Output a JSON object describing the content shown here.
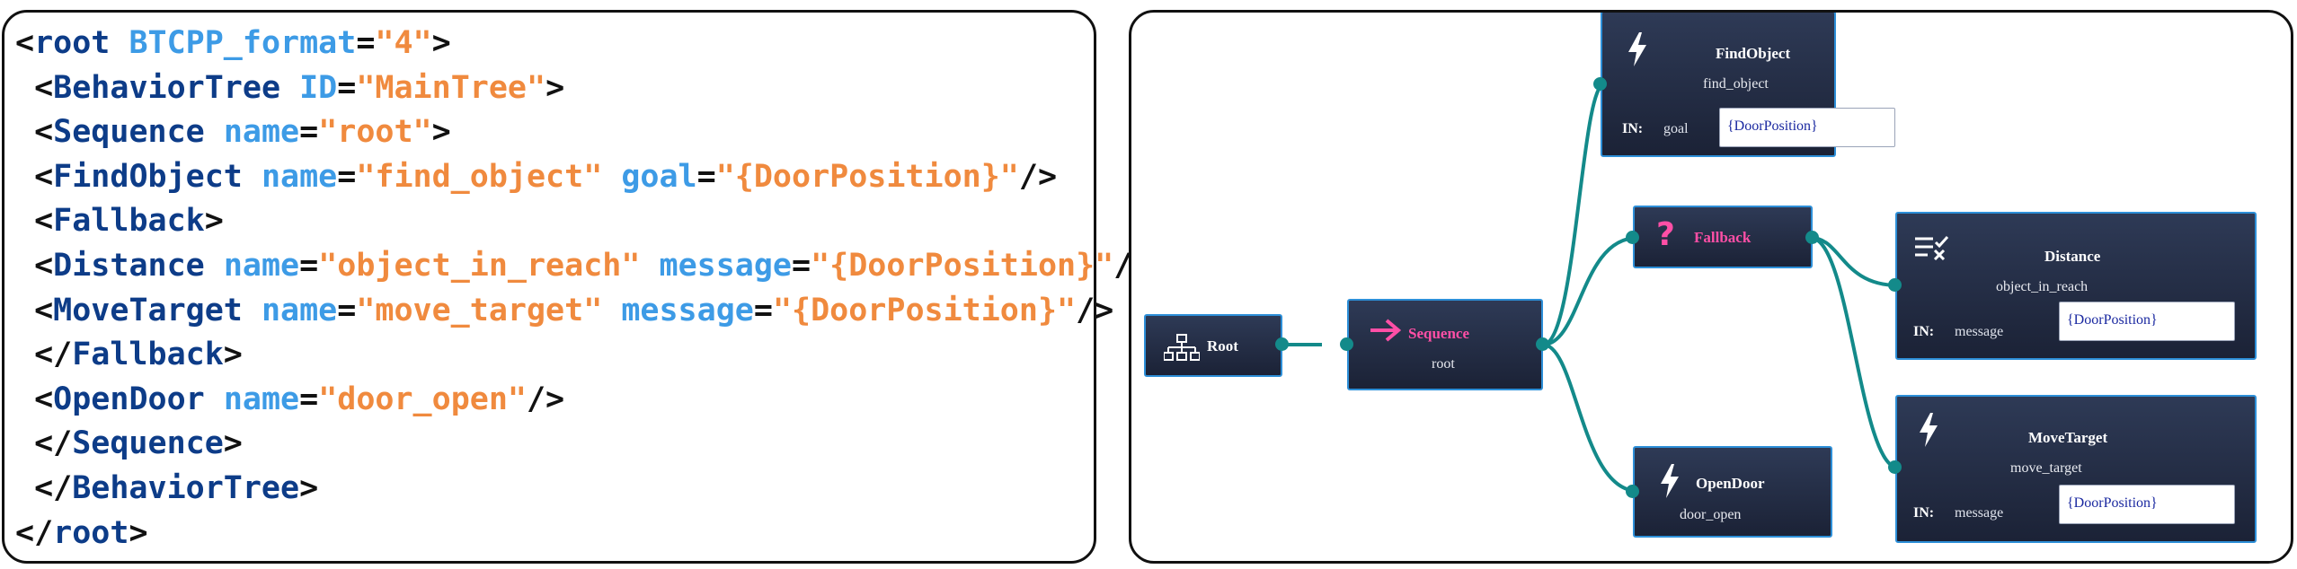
{
  "code_panel": {
    "lines": [
      [
        {
          "t": "punc",
          "v": "<"
        },
        {
          "t": "tag",
          "v": "root"
        },
        {
          "t": "punc",
          "v": " "
        },
        {
          "t": "attr",
          "v": "BTCPP_format"
        },
        {
          "t": "punc",
          "v": "="
        },
        {
          "t": "val",
          "v": "\"4\""
        },
        {
          "t": "punc",
          "v": ">"
        }
      ],
      [
        {
          "t": "punc",
          "v": " <"
        },
        {
          "t": "tag",
          "v": "BehaviorTree"
        },
        {
          "t": "punc",
          "v": " "
        },
        {
          "t": "attr",
          "v": "ID"
        },
        {
          "t": "punc",
          "v": "="
        },
        {
          "t": "val",
          "v": "\"MainTree\""
        },
        {
          "t": "punc",
          "v": ">"
        }
      ],
      [
        {
          "t": "punc",
          "v": " <"
        },
        {
          "t": "tag",
          "v": "Sequence"
        },
        {
          "t": "punc",
          "v": " "
        },
        {
          "t": "attr",
          "v": "name"
        },
        {
          "t": "punc",
          "v": "="
        },
        {
          "t": "val",
          "v": "\"root\""
        },
        {
          "t": "punc",
          "v": ">"
        }
      ],
      [
        {
          "t": "punc",
          "v": " <"
        },
        {
          "t": "tag",
          "v": "FindObject"
        },
        {
          "t": "punc",
          "v": " "
        },
        {
          "t": "attr",
          "v": "name"
        },
        {
          "t": "punc",
          "v": "="
        },
        {
          "t": "val",
          "v": "\"find_object\""
        },
        {
          "t": "punc",
          "v": " "
        },
        {
          "t": "attr",
          "v": "goal"
        },
        {
          "t": "punc",
          "v": "="
        },
        {
          "t": "val",
          "v": "\"{DoorPosition}\""
        },
        {
          "t": "punc",
          "v": "/>"
        }
      ],
      [
        {
          "t": "punc",
          "v": " <"
        },
        {
          "t": "tag",
          "v": "Fallback"
        },
        {
          "t": "punc",
          "v": ">"
        }
      ],
      [
        {
          "t": "punc",
          "v": " <"
        },
        {
          "t": "tag",
          "v": "Distance"
        },
        {
          "t": "punc",
          "v": " "
        },
        {
          "t": "attr",
          "v": "name"
        },
        {
          "t": "punc",
          "v": "="
        },
        {
          "t": "val",
          "v": "\"object_in_reach\""
        },
        {
          "t": "punc",
          "v": " "
        },
        {
          "t": "attr",
          "v": "message"
        },
        {
          "t": "punc",
          "v": "="
        },
        {
          "t": "val",
          "v": "\"{DoorPosition}\""
        },
        {
          "t": "punc",
          "v": "/>"
        }
      ],
      [
        {
          "t": "punc",
          "v": " <"
        },
        {
          "t": "tag",
          "v": "MoveTarget"
        },
        {
          "t": "punc",
          "v": " "
        },
        {
          "t": "attr",
          "v": "name"
        },
        {
          "t": "punc",
          "v": "="
        },
        {
          "t": "val",
          "v": "\"move_target\""
        },
        {
          "t": "punc",
          "v": " "
        },
        {
          "t": "attr",
          "v": "message"
        },
        {
          "t": "punc",
          "v": "="
        },
        {
          "t": "val",
          "v": "\"{DoorPosition}\""
        },
        {
          "t": "punc",
          "v": "/>"
        }
      ],
      [
        {
          "t": "punc",
          "v": " </"
        },
        {
          "t": "tag",
          "v": "Fallback"
        },
        {
          "t": "punc",
          "v": ">"
        }
      ],
      [
        {
          "t": "punc",
          "v": " <"
        },
        {
          "t": "tag",
          "v": "OpenDoor"
        },
        {
          "t": "punc",
          "v": " "
        },
        {
          "t": "attr",
          "v": "name"
        },
        {
          "t": "punc",
          "v": "="
        },
        {
          "t": "val",
          "v": "\"door_open\""
        },
        {
          "t": "punc",
          "v": "/>"
        }
      ],
      [
        {
          "t": "punc",
          "v": " </"
        },
        {
          "t": "tag",
          "v": "Sequence"
        },
        {
          "t": "punc",
          "v": ">"
        }
      ],
      [
        {
          "t": "punc",
          "v": " </"
        },
        {
          "t": "tag",
          "v": "BehaviorTree"
        },
        {
          "t": "punc",
          "v": ">"
        }
      ],
      [
        {
          "t": "punc",
          "v": "</"
        },
        {
          "t": "tag",
          "v": "root"
        },
        {
          "t": "punc",
          "v": ">"
        }
      ]
    ]
  },
  "graph": {
    "root": {
      "title": "Root",
      "icon": "hierarchy-icon"
    },
    "sequence": {
      "title": "Sequence",
      "name": "root",
      "icon": "arrow-right-icon",
      "title_color": "#ff4fa6"
    },
    "find_object": {
      "title": "FindObject",
      "name": "find_object",
      "icon": "lightning-icon",
      "port_label": "IN:",
      "port_name": "goal",
      "port_value": "{DoorPosition}"
    },
    "fallback": {
      "title": "Fallback",
      "icon": "question-mark-icon",
      "title_color": "#ff4fa6"
    },
    "distance": {
      "title": "Distance",
      "name": "object_in_reach",
      "icon": "checklist-icon",
      "port_label": "IN:",
      "port_name": "message",
      "port_value": "{DoorPosition}"
    },
    "move_target": {
      "title": "MoveTarget",
      "name": "move_target",
      "icon": "lightning-icon",
      "port_label": "IN:",
      "port_name": "message",
      "port_value": "{DoorPosition}"
    },
    "open_door": {
      "title": "OpenDoor",
      "name": "door_open",
      "icon": "lightning-icon"
    }
  },
  "colors": {
    "tag": "#0d3c88",
    "attr": "#3d9be6",
    "value": "#f08a3e",
    "node_border": "#2d8fd8",
    "edge": "#138a8a",
    "control_title": "#ff4fa6"
  }
}
